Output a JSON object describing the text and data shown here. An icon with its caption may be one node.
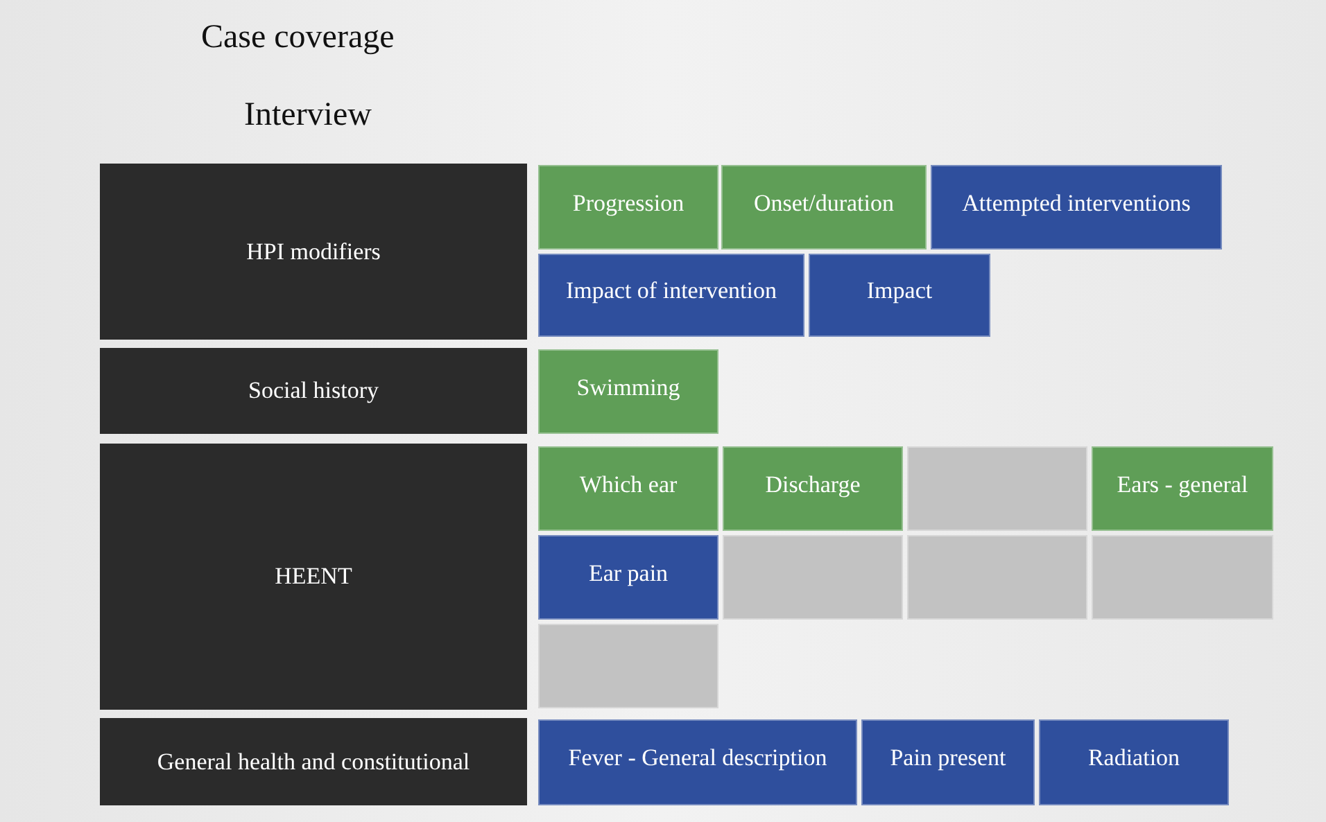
{
  "diagram": {
    "title": "Case coverage",
    "nodes": [
      {
        "text": [
          "HPI modifiers"
        ]
      },
      {
        "text": [
          "Progression"
        ]
      },
      {
        "text": [
          "Onset/duration"
        ]
      },
      {
        "text": [
          "Attempted interventions"
        ]
      },
      {
        "text": [
          "Impact of intervention"
        ]
      },
      {
        "text": [
          "Impact"
        ]
      },
      {
        "text": [
          "Social history"
        ]
      },
      {
        "text": [
          "Swimming"
        ]
      },
      {
        "text": [
          "HEENT"
        ]
      },
      {
        "text": [
          "Which ear"
        ]
      },
      {
        "text": [
          "Discharge"
        ]
      },
      {
        "text": [],
        "shape": "box"
      },
      {
        "text": [
          "Ears - general"
        ]
      },
      {
        "text": [
          "Ear pain"
        ]
      },
      {
        "text": [],
        "shape": "box"
      },
      {
        "text": [],
        "shape": "box"
      },
      {
        "text": [],
        "shape": "box"
      },
      {
        "text": [],
        "shape": "box"
      },
      {
        "text": [
          "General health and constitutional"
        ]
      },
      {
        "text": [
          "Fever - General description"
        ]
      },
      {
        "text": [
          "Pain present"
        ]
      },
      {
        "text": [
          "Radiation"
        ]
      }
    ],
    "labels": [
      "Interview"
    ]
  }
}
